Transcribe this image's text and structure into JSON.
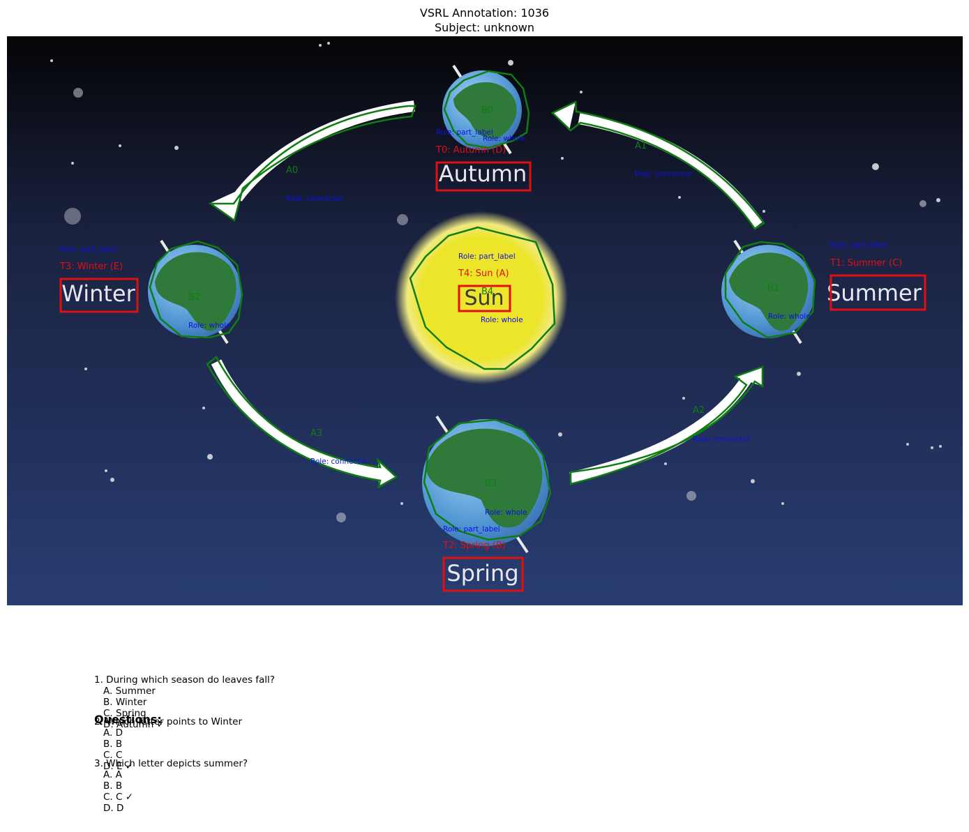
{
  "header": {
    "title_line1": "VSRL Annotation: 1036",
    "title_line2": "Subject: unknown"
  },
  "colors": {
    "space_top": "#050507",
    "space_bottom": "#283d72",
    "sun": "#ece52a",
    "earth_land": "#2f7a3a",
    "earth_ocean": "#6aaee0",
    "annotation_text_box": "#e01010",
    "annotation_polygon": "#0f7d12",
    "role_text": "#1010e0"
  },
  "diagram": {
    "labels": {
      "autumn": "Autumn",
      "summer": "Summer",
      "winter": "Winter",
      "spring": "Spring",
      "sun": "Sun"
    },
    "text_annotations": {
      "t0": "T0: Autumn (D)",
      "t1": "T1: Summer (C)",
      "t2": "T2: Spring (B)",
      "t3": "T3: Winter (E)",
      "t4": "T4: Sun (A)"
    },
    "blob_ids": {
      "b0": "B0",
      "b1": "B1",
      "b2": "B2",
      "b3": "B3",
      "b4": "B4"
    },
    "arrow_ids": {
      "a0": "A0",
      "a1": "A1",
      "a2": "A2",
      "a3": "A3"
    },
    "roles": {
      "part_label": "Role: part_label",
      "whole": "Role: whole",
      "connector": "Role: connector"
    }
  },
  "questions": {
    "heading": "Questions:",
    "q1": {
      "text": "1. During which season do leaves fall?",
      "options": [
        "A. Summer",
        "B. Winter",
        "C. Spring",
        "D. Autumn ✓"
      ]
    },
    "q2": {
      "text": "2. Which letter points to Winter",
      "options": [
        "A. D",
        "B. B",
        "C. C",
        "D. E ✓"
      ]
    },
    "q3": {
      "text": "3. Which letter depicts summer?",
      "options": [
        "A. A",
        "B. B",
        "C. C ✓",
        "D. D"
      ]
    }
  }
}
